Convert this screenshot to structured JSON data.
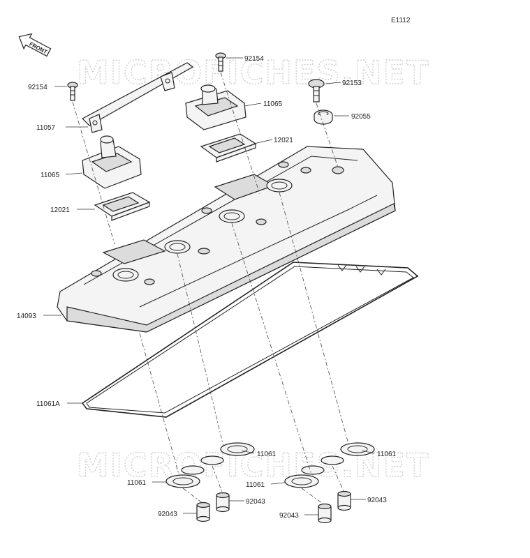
{
  "diagram_code": "E1112",
  "front_label": "FRONT",
  "watermark": [
    "MICROFICHES.NET",
    "MICROFICHES.NET"
  ],
  "callouts": [
    {
      "id": "92154-left",
      "text": "92154"
    },
    {
      "id": "92154-top",
      "text": "92154"
    },
    {
      "id": "92153",
      "text": "92153"
    },
    {
      "id": "11065-right",
      "text": "11065"
    },
    {
      "id": "92055",
      "text": "92055"
    },
    {
      "id": "11057",
      "text": "11057"
    },
    {
      "id": "12021-right",
      "text": "12021"
    },
    {
      "id": "11065-left",
      "text": "11065"
    },
    {
      "id": "12021-left",
      "text": "12021"
    },
    {
      "id": "14093",
      "text": "14093"
    },
    {
      "id": "11061A",
      "text": "11061A"
    },
    {
      "id": "11061-mid",
      "text": "11061"
    },
    {
      "id": "11061-right",
      "text": "11061"
    },
    {
      "id": "11061-left",
      "text": "11061"
    },
    {
      "id": "11061-center",
      "text": "11061"
    },
    {
      "id": "92043-a",
      "text": "92043"
    },
    {
      "id": "92043-b",
      "text": "92043"
    },
    {
      "id": "92043-c",
      "text": "92043"
    },
    {
      "id": "92043-d",
      "text": "92043"
    }
  ]
}
